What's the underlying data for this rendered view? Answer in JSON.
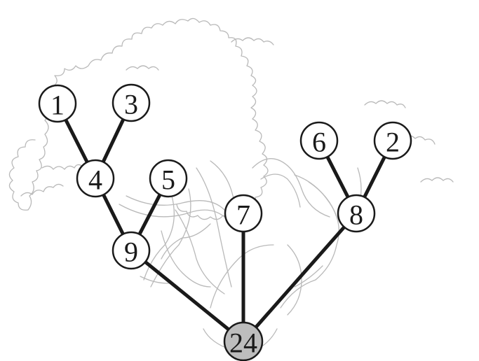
{
  "diagram": {
    "nodes": [
      {
        "id": "n1",
        "label": "1",
        "fill": "#ffffff"
      },
      {
        "id": "n3",
        "label": "3",
        "fill": "#ffffff"
      },
      {
        "id": "n4",
        "label": "4",
        "fill": "#ffffff"
      },
      {
        "id": "n5",
        "label": "5",
        "fill": "#ffffff"
      },
      {
        "id": "n9",
        "label": "9",
        "fill": "#ffffff"
      },
      {
        "id": "n7",
        "label": "7",
        "fill": "#ffffff"
      },
      {
        "id": "n6",
        "label": "6",
        "fill": "#ffffff"
      },
      {
        "id": "n2",
        "label": "2",
        "fill": "#ffffff"
      },
      {
        "id": "n8",
        "label": "8",
        "fill": "#ffffff"
      },
      {
        "id": "n24",
        "label": "24",
        "fill": "#bdbdbd"
      }
    ],
    "edges": [
      {
        "from": "n1",
        "to": "n4"
      },
      {
        "from": "n3",
        "to": "n4"
      },
      {
        "from": "n4",
        "to": "n9"
      },
      {
        "from": "n5",
        "to": "n9"
      },
      {
        "from": "n9",
        "to": "n24"
      },
      {
        "from": "n7",
        "to": "n24"
      },
      {
        "from": "n6",
        "to": "n8"
      },
      {
        "from": "n2",
        "to": "n8"
      },
      {
        "from": "n8",
        "to": "n24"
      }
    ],
    "background_icon": "tree-outline-icon",
    "colors": {
      "line": "#1a1a1a",
      "node_fill": "#ffffff",
      "root_fill": "#bdbdbd",
      "background_sketch": "#b9b9b9"
    }
  }
}
